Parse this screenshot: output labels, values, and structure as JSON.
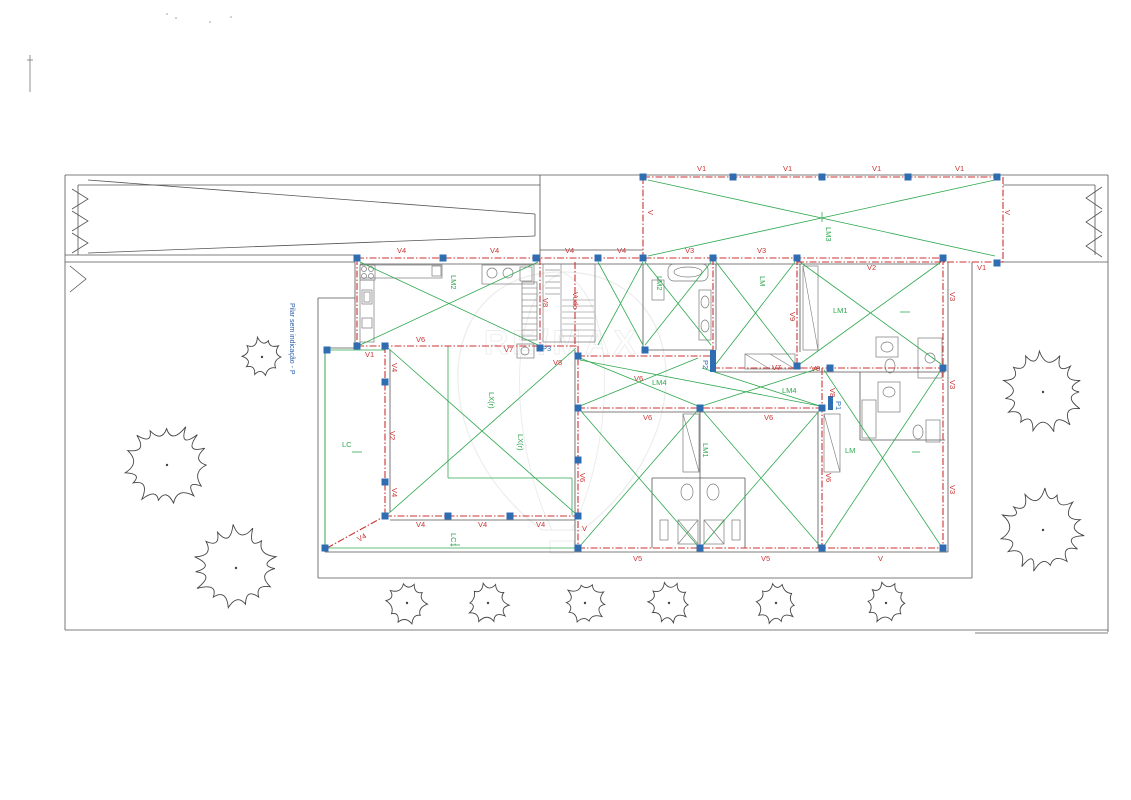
{
  "plan_note": "Pilar sem indicação - P",
  "watermark": "RE/MAX",
  "beams": {
    "top": [
      "V1",
      "V1",
      "V1",
      "V1"
    ],
    "sides": [
      "V",
      "V"
    ],
    "row1": [
      "V4",
      "V4",
      "V4",
      "V4",
      "V3",
      "V3",
      "V2",
      "V1"
    ],
    "row2": [
      "V1",
      "V6",
      "V7",
      "V8",
      "V6",
      "V7",
      "V8"
    ],
    "stairs": [
      "V8",
      "Vudo"
    ],
    "mid": [
      "V6",
      "V6",
      "V8"
    ],
    "vertical": [
      "V9",
      "V3",
      "V3",
      "V3",
      "V4",
      "V2",
      "V4",
      "V6",
      "V6"
    ],
    "bottom": [
      "V4",
      "V4",
      "V4",
      "V4",
      "V",
      "V5",
      "V5",
      "V"
    ]
  },
  "slabs": [
    "LM3",
    "LM2",
    "LM2",
    "LM",
    "LM1",
    "LM4",
    "LM4",
    "LX(r)",
    "LX(r)",
    "LC",
    "LC1",
    "LM1",
    "LM"
  ],
  "pillars": [
    "P3",
    "P2",
    "P1"
  ],
  "colors": {
    "pillar": "#2f6db3",
    "beam": "#cc3333",
    "slab": "#2fa84f",
    "wall": "#555555",
    "furniture": "#7a7a7a",
    "tree": "#444444",
    "note": "#2b5ea7",
    "watermark": "#9a9a9a"
  }
}
